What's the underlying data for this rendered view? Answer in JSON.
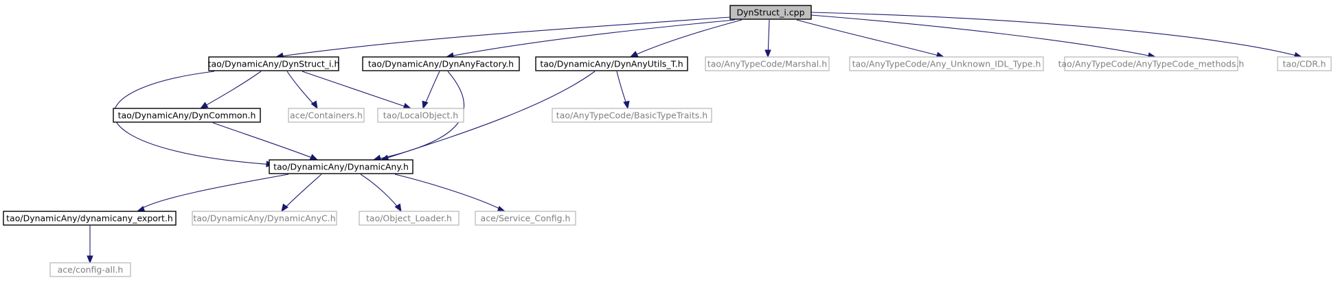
{
  "colors": {
    "root_fill": "#bfbfbf",
    "root_border": "#000000",
    "doc_border": "#000000",
    "nodoc_border": "#bfbfbf",
    "nodoc_text": "#7f7f7f",
    "text": "#000000",
    "edge": "#191970"
  },
  "nodes": [
    {
      "id": "n_root",
      "label": "DynStruct_i.cpp",
      "kind": "root",
      "icon": ""
    },
    {
      "id": "n_dynstruct",
      "label": "tao/DynamicAny/DynStruct_i.h",
      "kind": "doc"
    },
    {
      "id": "n_factory",
      "label": "tao/DynamicAny/DynAnyFactory.h",
      "kind": "doc"
    },
    {
      "id": "n_utils",
      "label": "tao/DynamicAny/DynAnyUtils_T.h",
      "kind": "doc"
    },
    {
      "id": "n_marshal",
      "label": "tao/AnyTypeCode/Marshal.h",
      "kind": "nodoc"
    },
    {
      "id": "n_unknown",
      "label": "tao/AnyTypeCode/Any_Unknown_IDL_Type.h",
      "kind": "nodoc"
    },
    {
      "id": "n_methods",
      "label": "tao/AnyTypeCode/AnyTypeCode_methods.h",
      "kind": "nodoc"
    },
    {
      "id": "n_cdr",
      "label": "tao/CDR.h",
      "kind": "nodoc"
    },
    {
      "id": "n_dyncommon",
      "label": "tao/DynamicAny/DynCommon.h",
      "kind": "doc"
    },
    {
      "id": "n_containers",
      "label": "ace/Containers.h",
      "kind": "nodoc"
    },
    {
      "id": "n_localobject",
      "label": "tao/LocalObject.h",
      "kind": "nodoc"
    },
    {
      "id": "n_basictraits",
      "label": "tao/AnyTypeCode/BasicTypeTraits.h",
      "kind": "nodoc"
    },
    {
      "id": "n_dynamicany",
      "label": "tao/DynamicAny/DynamicAny.h",
      "kind": "doc"
    },
    {
      "id": "n_export",
      "label": "tao/DynamicAny/dynamicany_export.h",
      "kind": "doc"
    },
    {
      "id": "n_dynamicanyc",
      "label": "tao/DynamicAny/DynamicAnyC.h",
      "kind": "nodoc"
    },
    {
      "id": "n_objloader",
      "label": "tao/Object_Loader.h",
      "kind": "nodoc"
    },
    {
      "id": "n_svcconfig",
      "label": "ace/Service_Config.h",
      "kind": "nodoc"
    },
    {
      "id": "n_configall",
      "label": "ace/config-all.h",
      "kind": "nodoc"
    }
  ],
  "edges": [
    {
      "from": "n_root",
      "to": "n_dynstruct"
    },
    {
      "from": "n_root",
      "to": "n_factory"
    },
    {
      "from": "n_root",
      "to": "n_utils"
    },
    {
      "from": "n_root",
      "to": "n_marshal"
    },
    {
      "from": "n_root",
      "to": "n_unknown"
    },
    {
      "from": "n_root",
      "to": "n_methods"
    },
    {
      "from": "n_root",
      "to": "n_cdr"
    },
    {
      "from": "n_dynstruct",
      "to": "n_dyncommon"
    },
    {
      "from": "n_dynstruct",
      "to": "n_containers"
    },
    {
      "from": "n_dynstruct",
      "to": "n_localobject"
    },
    {
      "from": "n_dynstruct",
      "to": "n_dynamicany"
    },
    {
      "from": "n_factory",
      "to": "n_localobject"
    },
    {
      "from": "n_factory",
      "to": "n_dynamicany"
    },
    {
      "from": "n_utils",
      "to": "n_basictraits"
    },
    {
      "from": "n_utils",
      "to": "n_dynamicany"
    },
    {
      "from": "n_dyncommon",
      "to": "n_dynamicany"
    },
    {
      "from": "n_dynamicany",
      "to": "n_export"
    },
    {
      "from": "n_dynamicany",
      "to": "n_dynamicanyc"
    },
    {
      "from": "n_dynamicany",
      "to": "n_objloader"
    },
    {
      "from": "n_dynamicany",
      "to": "n_svcconfig"
    },
    {
      "from": "n_export",
      "to": "n_configall"
    }
  ]
}
